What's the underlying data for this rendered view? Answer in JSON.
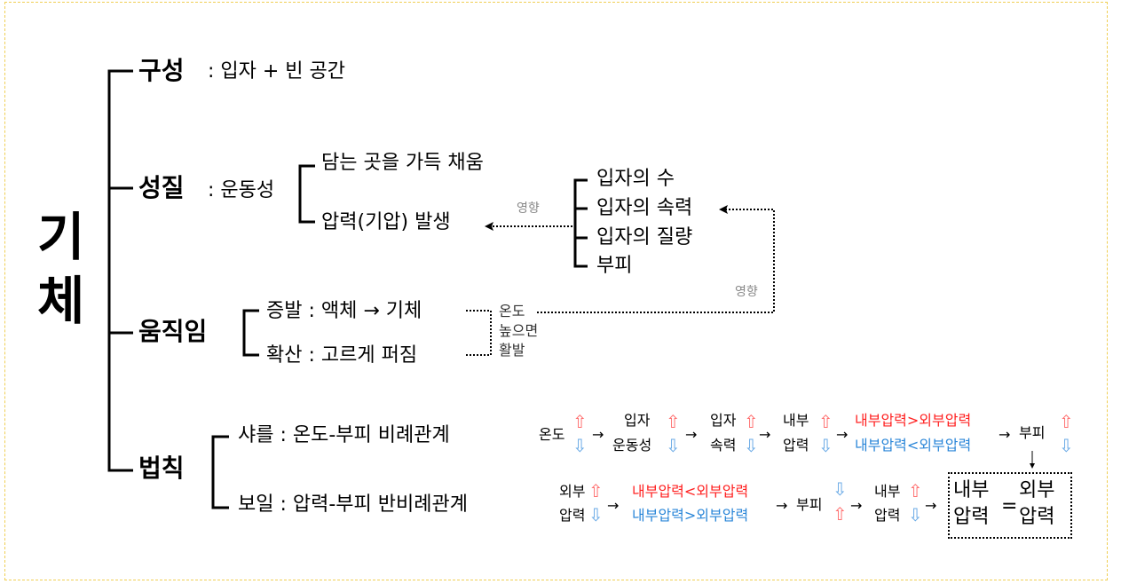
{
  "title": [
    "기",
    "체"
  ],
  "composition": {
    "label": "구성",
    "desc": ": 입자 + 빈 공간"
  },
  "property": {
    "label": "성질",
    "desc": ": 운동성",
    "items": [
      "담는 곳을 가득 채움",
      "압력(기압) 발생"
    ],
    "influence": "영향",
    "factors": [
      "입자의 수",
      "입자의 속력",
      "입자의 질량",
      "부피"
    ]
  },
  "movement": {
    "label": "움직임",
    "items": [
      "증발 : 액체 → 기체",
      "확산 : 고르게 퍼짐"
    ],
    "note": [
      "온도",
      "높으면",
      "활발"
    ],
    "influence": "영향"
  },
  "laws": {
    "label": "법칙",
    "items": [
      "샤를 : 온도-부피 비례관계",
      "보일 : 압력-부피 반비례관계"
    ],
    "charles_flow": {
      "temp": "온도",
      "motion": [
        "입자",
        "운동성"
      ],
      "speed": [
        "입자",
        "속력"
      ],
      "inner": [
        "내부",
        "압력"
      ],
      "gt": "내부압력>외부압력",
      "lt": "내부압력<외부압력",
      "volume": "부피"
    },
    "boyle_flow": {
      "outer": [
        "외부",
        "압력"
      ],
      "lt": "내부압력<외부압력",
      "gt": "내부압력>외부압력",
      "volume": "부피",
      "inner": [
        "내부",
        "압력"
      ]
    },
    "equilibrium": {
      "left": [
        "내부",
        "압력"
      ],
      "eq": "=",
      "right": [
        "외부",
        "압력"
      ]
    }
  },
  "symbols": {
    "up": "⇧",
    "down": "⇩",
    "arrow": "→",
    "down_arrow": "↓"
  },
  "colors": {
    "up": "#ff7070",
    "down": "#6aaae6",
    "red_text": "#ff2020",
    "blue_text": "#2a86d8",
    "frame": "#f0cf55"
  }
}
